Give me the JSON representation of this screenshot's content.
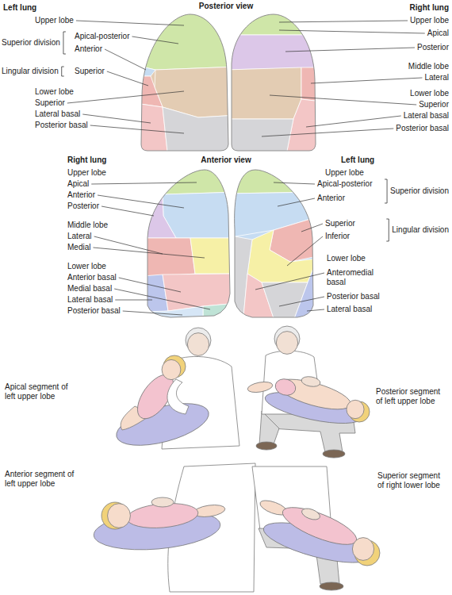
{
  "diagram": {
    "labels": [
      "Posterior view",
      "Left lung",
      "Upper lobe",
      "Superior division",
      "Apical-posterior",
      "Anterior",
      "Lingular division",
      "Superior",
      "Lower lobe",
      "Superior",
      "Lateral basal",
      "Posterior basal",
      "Right lung",
      "Upper lobe",
      "Apical",
      "Posterior",
      "Middle lobe",
      "Lateral",
      "Lower lobe",
      "Superior",
      "Lateral basal",
      "Posterior basal",
      "Right lung",
      "Anterior view",
      "Left lung",
      "Upper lobe",
      "Apical",
      "Anterior",
      "Posterior",
      "Middle lobe",
      "Lateral",
      "Medial",
      "Lower lobe",
      "Anterior basal",
      "Medial basal",
      "Lateral basal",
      "Posterior basal",
      "Upper lobe",
      "Apical-posterior",
      "Anterior",
      "Superior division",
      "Superior",
      "Inferior",
      "Lingular division",
      "Lower lobe",
      "Anteromedial basal",
      "Posterior basal",
      "Lateral basal",
      "Apical segment of left upper lobe",
      "Posterior segment of left upper lobe",
      "Anterior segment of left upper lobe",
      "Superior segment of right lower lobe"
    ]
  }
}
